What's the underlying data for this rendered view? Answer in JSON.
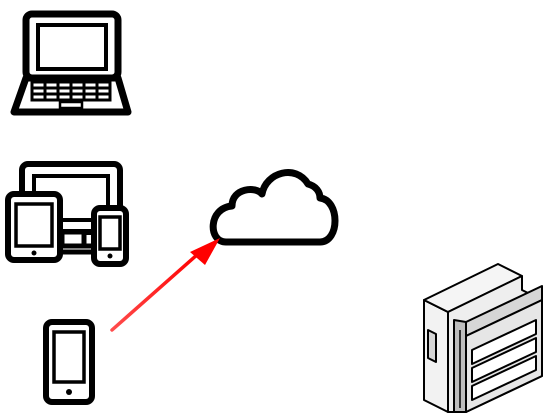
{
  "diagram": {
    "icons": [
      {
        "id": "laptop",
        "icon": "laptop-icon"
      },
      {
        "id": "devices",
        "icon": "multi-device-icon"
      },
      {
        "id": "phone",
        "icon": "smartphone-icon"
      },
      {
        "id": "cloud",
        "icon": "cloud-icon"
      },
      {
        "id": "din-module",
        "icon": "din-rail-module-icon"
      }
    ],
    "connections": [
      {
        "from": "phone",
        "to": "cloud",
        "color": "#ff1a1a"
      }
    ],
    "colors": {
      "stroke": "#000000",
      "arrow": "#ff1a1a",
      "module_light": "#f2f2f2",
      "module_mid": "#d6d6d6",
      "module_dark": "#bdbdbd"
    }
  }
}
